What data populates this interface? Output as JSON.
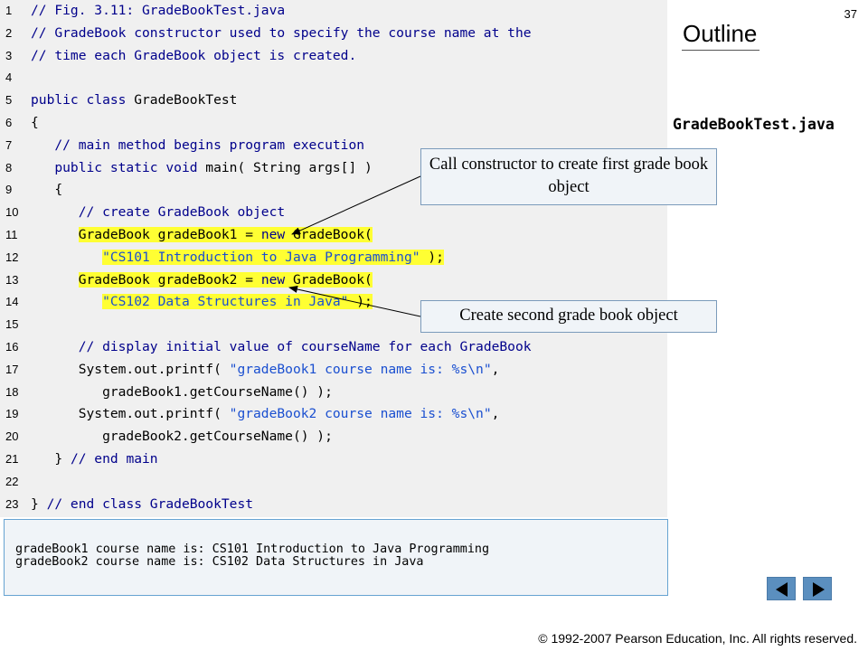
{
  "slide": {
    "number": "37",
    "outline_title": "Outline",
    "file_name": "GradeBookTest.java",
    "copyright": "© 1992-2007 Pearson Education, Inc. All rights reserved."
  },
  "code": [
    {
      "n": "1",
      "segs": [
        {
          "t": "// Fig. 3.11: GradeBookTest.java",
          "c": "cm"
        }
      ]
    },
    {
      "n": "2",
      "segs": [
        {
          "t": "// GradeBook constructor used to specify the course name at the",
          "c": "cm"
        }
      ]
    },
    {
      "n": "3",
      "segs": [
        {
          "t": "// time each GradeBook object is created.",
          "c": "cm"
        }
      ]
    },
    {
      "n": "4",
      "segs": []
    },
    {
      "n": "5",
      "segs": [
        {
          "t": "public class ",
          "c": "kw"
        },
        {
          "t": "GradeBookTest",
          "c": ""
        }
      ]
    },
    {
      "n": "6",
      "segs": [
        {
          "t": "{",
          "c": ""
        }
      ]
    },
    {
      "n": "7",
      "segs": [
        {
          "t": "   ",
          "c": ""
        },
        {
          "t": "// main method begins program execution",
          "c": "cm"
        }
      ]
    },
    {
      "n": "8",
      "segs": [
        {
          "t": "   ",
          "c": ""
        },
        {
          "t": "public static void ",
          "c": "kw"
        },
        {
          "t": "main( String args[] )",
          "c": ""
        }
      ]
    },
    {
      "n": "9",
      "segs": [
        {
          "t": "   {",
          "c": ""
        }
      ]
    },
    {
      "n": "10",
      "segs": [
        {
          "t": "      ",
          "c": ""
        },
        {
          "t": "// create GradeBook object",
          "c": "cm"
        }
      ]
    },
    {
      "n": "11",
      "segs": [
        {
          "t": "      ",
          "c": ""
        },
        {
          "t": "GradeBook gradeBook1 = ",
          "c": "hl"
        },
        {
          "t": "new ",
          "c": "hl kw"
        },
        {
          "t": "GradeBook(",
          "c": "hl"
        }
      ]
    },
    {
      "n": "12",
      "segs": [
        {
          "t": "         ",
          "c": ""
        },
        {
          "t": "\"CS101 Introduction to Java Programming\"",
          "c": "hl st"
        },
        {
          "t": " );",
          "c": "hl"
        }
      ]
    },
    {
      "n": "13",
      "segs": [
        {
          "t": "      ",
          "c": ""
        },
        {
          "t": "GradeBook gradeBook2 = ",
          "c": "hl"
        },
        {
          "t": "new ",
          "c": "hl kw"
        },
        {
          "t": "GradeBook(",
          "c": "hl"
        }
      ]
    },
    {
      "n": "14",
      "segs": [
        {
          "t": "         ",
          "c": ""
        },
        {
          "t": "\"CS102 Data Structures in Java\"",
          "c": "hl st"
        },
        {
          "t": " );",
          "c": "hl"
        }
      ]
    },
    {
      "n": "15",
      "segs": []
    },
    {
      "n": "16",
      "segs": [
        {
          "t": "      ",
          "c": ""
        },
        {
          "t": "// display initial value of courseName for each GradeBook",
          "c": "cm"
        }
      ]
    },
    {
      "n": "17",
      "segs": [
        {
          "t": "      System.out.printf( ",
          "c": ""
        },
        {
          "t": "\"gradeBook1 course name is: %s\\n\"",
          "c": "st"
        },
        {
          "t": ",",
          "c": ""
        }
      ]
    },
    {
      "n": "18",
      "segs": [
        {
          "t": "         gradeBook1.getCourseName() );",
          "c": ""
        }
      ]
    },
    {
      "n": "19",
      "segs": [
        {
          "t": "      System.out.printf( ",
          "c": ""
        },
        {
          "t": "\"gradeBook2 course name is: %s\\n\"",
          "c": "st"
        },
        {
          "t": ",",
          "c": ""
        }
      ]
    },
    {
      "n": "20",
      "segs": [
        {
          "t": "         gradeBook2.getCourseName() );",
          "c": ""
        }
      ]
    },
    {
      "n": "21",
      "segs": [
        {
          "t": "   } ",
          "c": ""
        },
        {
          "t": "// end main",
          "c": "cm"
        }
      ]
    },
    {
      "n": "22",
      "segs": []
    },
    {
      "n": "23",
      "segs": [
        {
          "t": "} ",
          "c": ""
        },
        {
          "t": "// end class GradeBookTest",
          "c": "cm"
        }
      ]
    }
  ],
  "output": [
    "gradeBook1 course name is: CS101 Introduction to Java Programming",
    "gradeBook2 course name is: CS102 Data Structures in Java"
  ],
  "callouts": {
    "first": "Call constructor to create first grade book object",
    "second": "Create second grade book object"
  },
  "nav": {
    "prev_icon": "triangle-left-icon",
    "next_icon": "triangle-right-icon"
  },
  "colors": {
    "highlight": "#ffff33",
    "keyword": "#00008b",
    "string": "#1a4fd0",
    "nav_button": "#5b8fbf"
  }
}
